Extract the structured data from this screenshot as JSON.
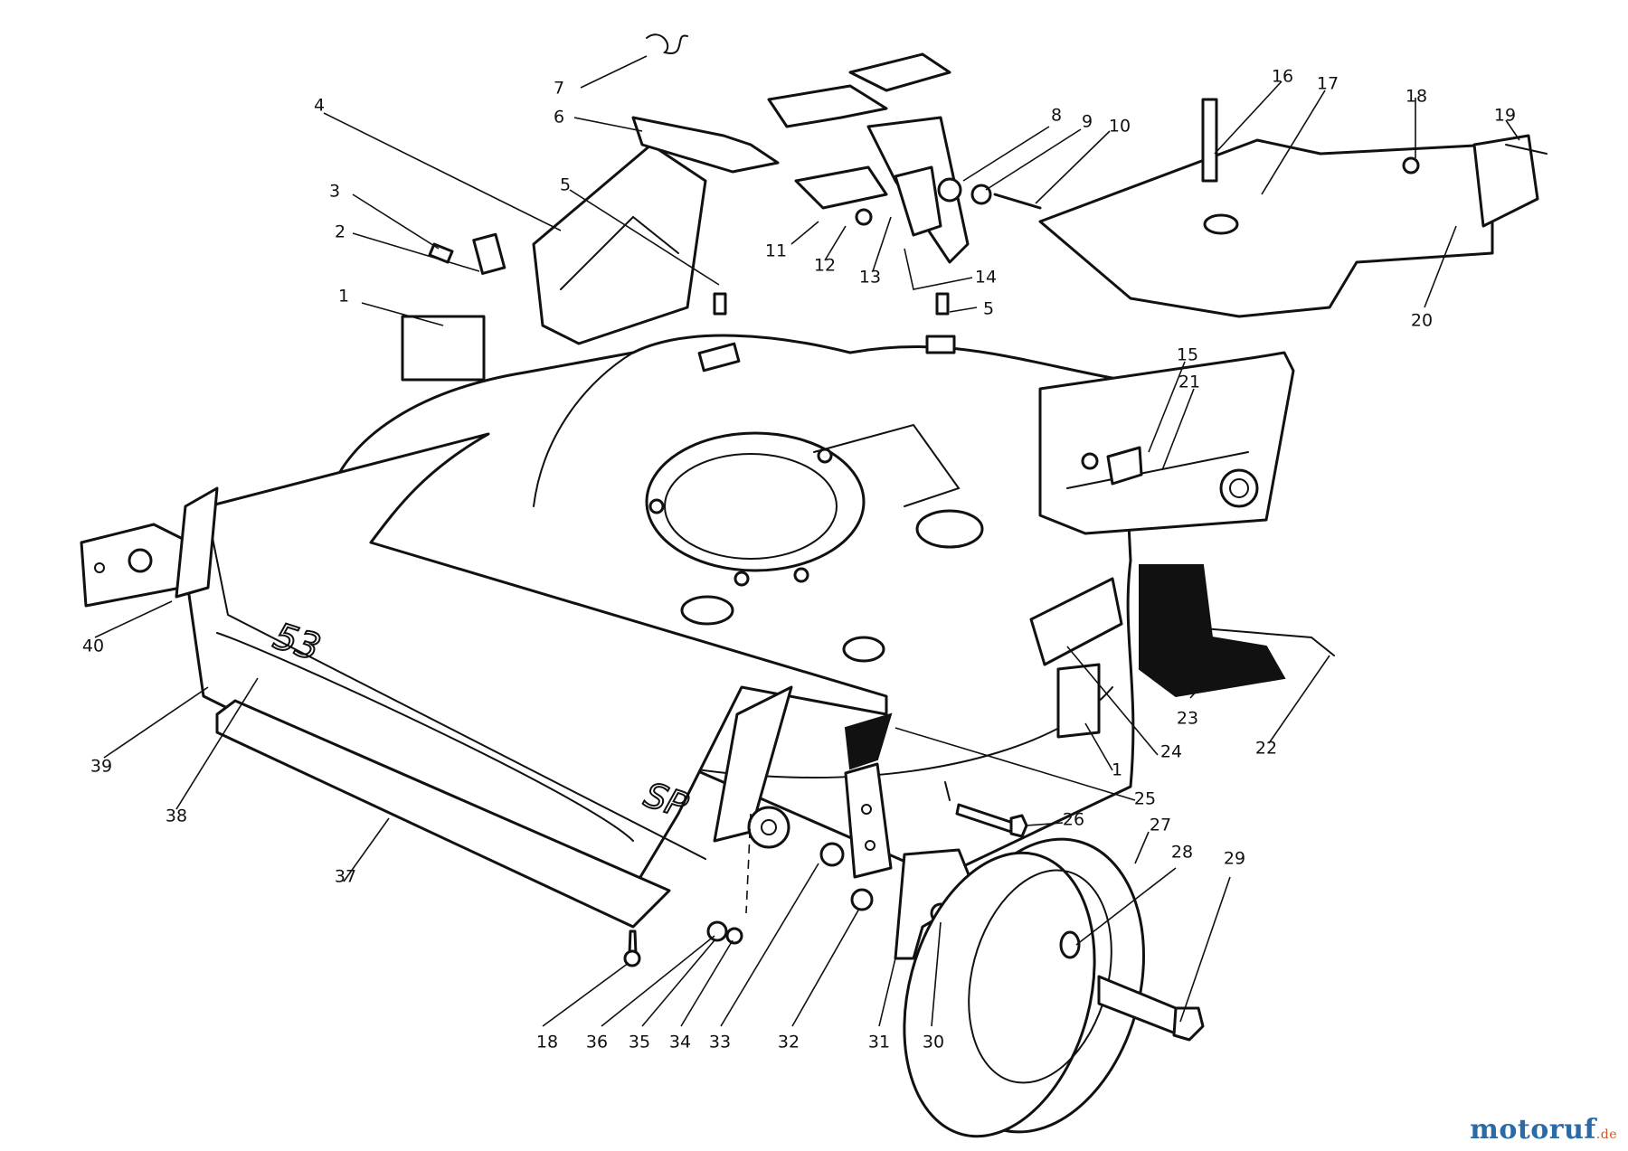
{
  "diagram": {
    "deck_text": {
      "size_mark": "53",
      "model_mark": "SP"
    },
    "callouts": {
      "c1a": "1",
      "c1b": "1",
      "c2": "2",
      "c3": "3",
      "c4": "4",
      "c5a": "5",
      "c5b": "5",
      "c6": "6",
      "c7": "7",
      "c8": "8",
      "c9": "9",
      "c10": "10",
      "c11": "11",
      "c12": "12",
      "c13": "13",
      "c14": "14",
      "c15": "15",
      "c16": "16",
      "c17": "17",
      "c18a": "18",
      "c18b": "18",
      "c19": "19",
      "c20": "20",
      "c21": "21",
      "c22": "22",
      "c23": "23",
      "c24": "24",
      "c25": "25",
      "c26": "26",
      "c27": "27",
      "c28": "28",
      "c29": "29",
      "c30": "30",
      "c31": "31",
      "c32": "32",
      "c33": "33",
      "c34": "34",
      "c35": "35",
      "c36": "36",
      "c37": "37",
      "c38": "38",
      "c39": "39",
      "c40": "40"
    }
  },
  "watermark": {
    "brand": "motoruf",
    "tld": ".de"
  },
  "colors": {
    "line": "#111111",
    "background": "#ffffff",
    "watermark_blue": "#2a6aa6",
    "watermark_orange": "#c9562b"
  }
}
